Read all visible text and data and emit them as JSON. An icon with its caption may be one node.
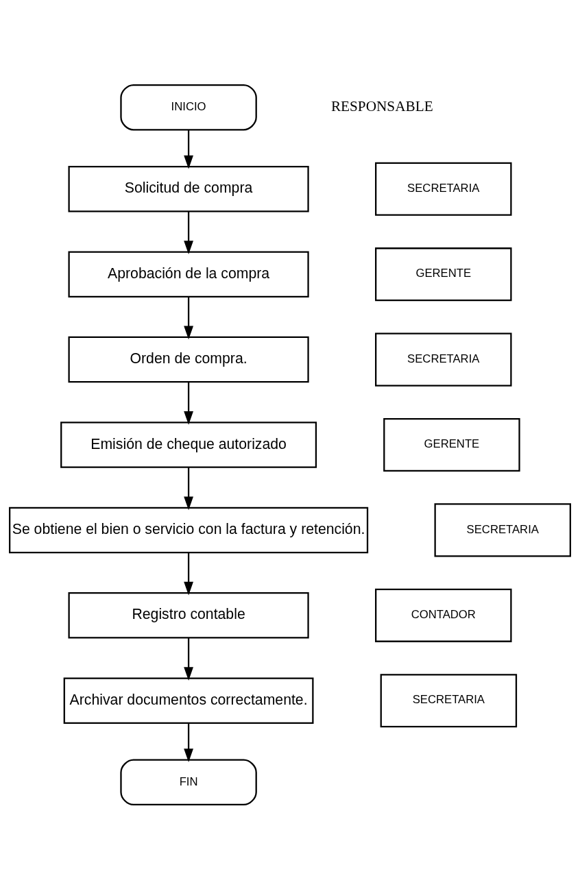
{
  "diagram": {
    "nodes": [
      {
        "text": [
          "INICIO"
        ]
      },
      {
        "text": [
          "Solicitud de compra"
        ]
      },
      {
        "text": [
          "Aprobación de la compra"
        ]
      },
      {
        "text": [
          "Orden de compra."
        ]
      },
      {
        "text": [
          "Emisión de cheque autorizado"
        ]
      },
      {
        "text": [
          "Se obtiene el bien o servicio con la factura y retención."
        ]
      },
      {
        "text": [
          "Registro contable"
        ]
      },
      {
        "text": [
          "Archivar documentos correctamente."
        ]
      },
      {
        "text": [
          "FIN"
        ]
      },
      {
        "text": [
          "SECRETARIA"
        ]
      },
      {
        "text": [
          "GERENTE"
        ]
      },
      {
        "text": [
          "SECRETARIA"
        ]
      },
      {
        "text": [
          "GERENTE"
        ]
      },
      {
        "text": [
          "SECRETARIA"
        ]
      },
      {
        "text": [
          "CONTADOR"
        ]
      },
      {
        "text": [
          "SECRETARIA"
        ]
      }
    ],
    "edges": [
      {
        "from": 0,
        "to": 1,
        "arrow": "to"
      },
      {
        "from": 1,
        "to": 2,
        "arrow": "to"
      },
      {
        "from": 2,
        "to": 3,
        "arrow": "to"
      },
      {
        "from": 3,
        "to": 4,
        "arrow": "to"
      },
      {
        "from": 4,
        "to": 5,
        "arrow": "to"
      },
      {
        "from": 5,
        "to": 6,
        "arrow": "to"
      },
      {
        "from": 6,
        "to": 7,
        "arrow": "to"
      },
      {
        "from": 7,
        "to": 8,
        "arrow": "to"
      }
    ],
    "labels": [
      "RESPONSABLE"
    ]
  }
}
